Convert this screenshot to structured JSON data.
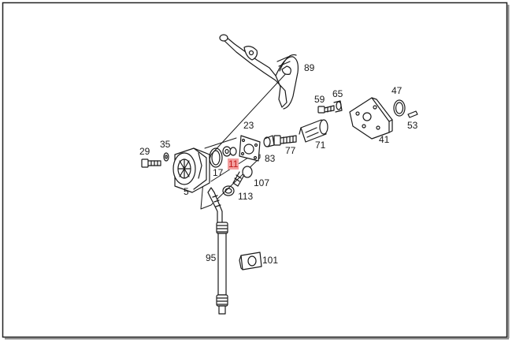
{
  "diagram": {
    "highlight_color": "#f4a0a0",
    "parts": [
      {
        "id": "p89",
        "label": "89"
      },
      {
        "id": "p59",
        "label": "59"
      },
      {
        "id": "p65",
        "label": "65"
      },
      {
        "id": "p47",
        "label": "47"
      },
      {
        "id": "p23",
        "label": "23"
      },
      {
        "id": "p53",
        "label": "53"
      },
      {
        "id": "p71",
        "label": "71"
      },
      {
        "id": "p41",
        "label": "41"
      },
      {
        "id": "p77",
        "label": "77"
      },
      {
        "id": "p29",
        "label": "29"
      },
      {
        "id": "p35",
        "label": "35"
      },
      {
        "id": "p83",
        "label": "83"
      },
      {
        "id": "p17",
        "label": "17"
      },
      {
        "id": "p11",
        "label": "11",
        "highlighted": true
      },
      {
        "id": "p107",
        "label": "107"
      },
      {
        "id": "p5",
        "label": "5"
      },
      {
        "id": "p113",
        "label": "113"
      },
      {
        "id": "p95",
        "label": "95"
      },
      {
        "id": "p101",
        "label": "101"
      }
    ]
  }
}
